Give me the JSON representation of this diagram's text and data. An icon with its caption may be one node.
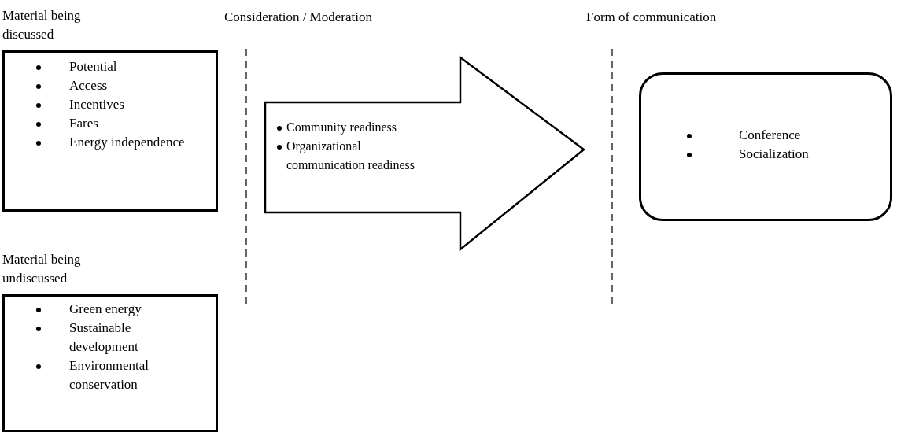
{
  "diagram": {
    "nodes": [
      {
        "text": [
          "Material being discussed",
          "Potential",
          "Access",
          "Incentives",
          "Fares",
          "Energy independence"
        ]
      },
      {
        "text": [
          "Material being undiscussed",
          "Green energy",
          "Sustainable development",
          "Environmental conservation"
        ]
      },
      {
        "text": [
          "Community readiness",
          "Organizational communication readiness"
        ]
      },
      {
        "text": [
          "Conference",
          "Socialization"
        ]
      }
    ],
    "labels": [
      "Consideration / Moderation",
      "Form of communication"
    ]
  }
}
